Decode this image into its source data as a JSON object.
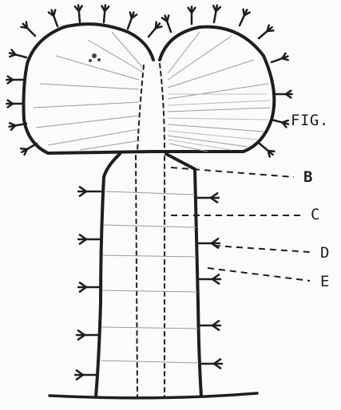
{
  "figure_label": "FIG.",
  "labels": {
    "b": "B",
    "c": "C",
    "d": "D",
    "e": "E"
  },
  "colors": {
    "ink": "#1e1e1e",
    "paper": "#fbfbf9",
    "faint": "#9a9a9a"
  }
}
